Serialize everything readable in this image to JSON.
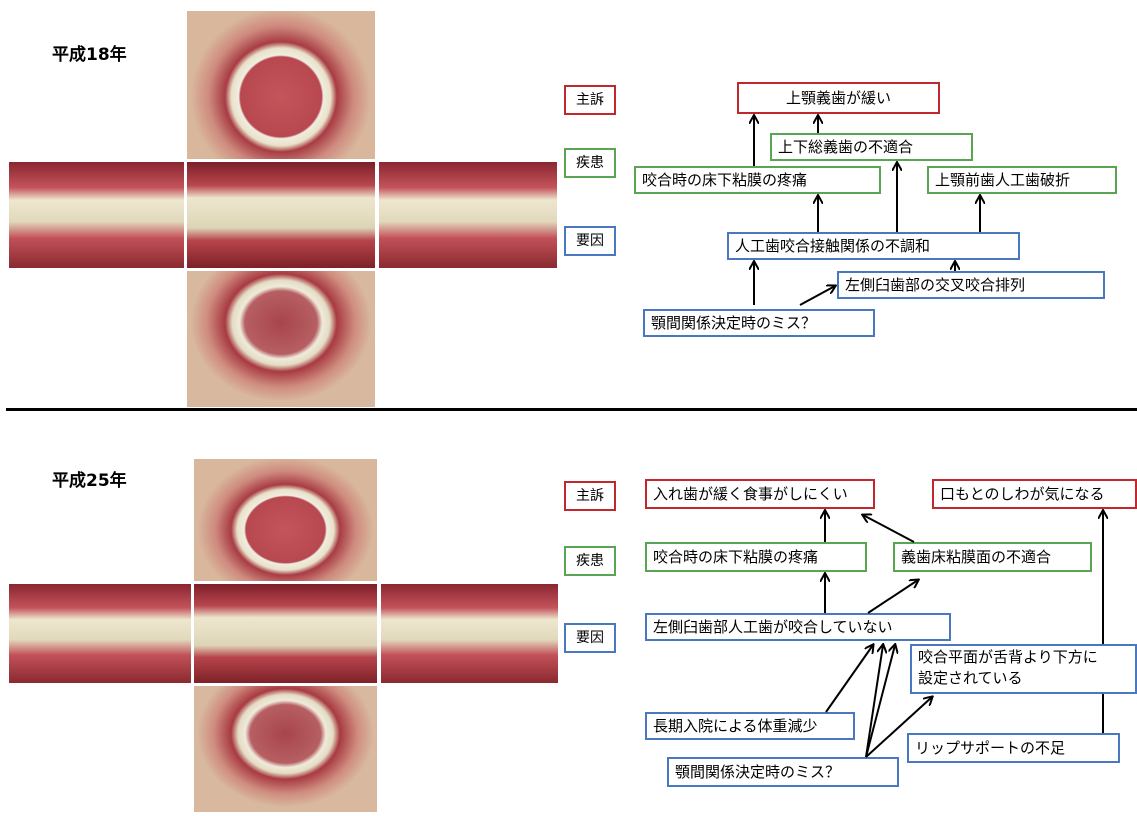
{
  "top": {
    "year": "平成18年",
    "labels": {
      "chief": "主訴",
      "disease": "疾患",
      "cause": "要因"
    },
    "chief": [
      "上顎義歯が緩い"
    ],
    "disease": [
      "上下総義歯の不適合",
      "咬合時の床下粘膜の疼痛",
      "上顎前歯人工歯破折"
    ],
    "cause": [
      "人工歯咬合接触関係の不調和",
      "左側臼歯部の交叉咬合排列",
      "顎間関係決定時のミス？"
    ]
  },
  "bottom": {
    "year": "平成25年",
    "labels": {
      "chief": "主訴",
      "disease": "疾患",
      "cause": "要因"
    },
    "chief": [
      "入れ歯が緩く食事がしにくい",
      "口もとのしわが気になる"
    ],
    "disease": [
      "咬合時の床下粘膜の疼痛",
      "義歯床粘膜面の不適合"
    ],
    "cause": [
      "左側臼歯部人工歯が咬合していない",
      "咬合平面が舌背より下方に",
      "設定されている",
      "長期入院による体重減少",
      "顎間関係決定時のミス？",
      "リップサポートの不足"
    ]
  },
  "colors": {
    "chief": "#c0282e",
    "disease": "#5aa553",
    "cause": "#4a78c0"
  }
}
